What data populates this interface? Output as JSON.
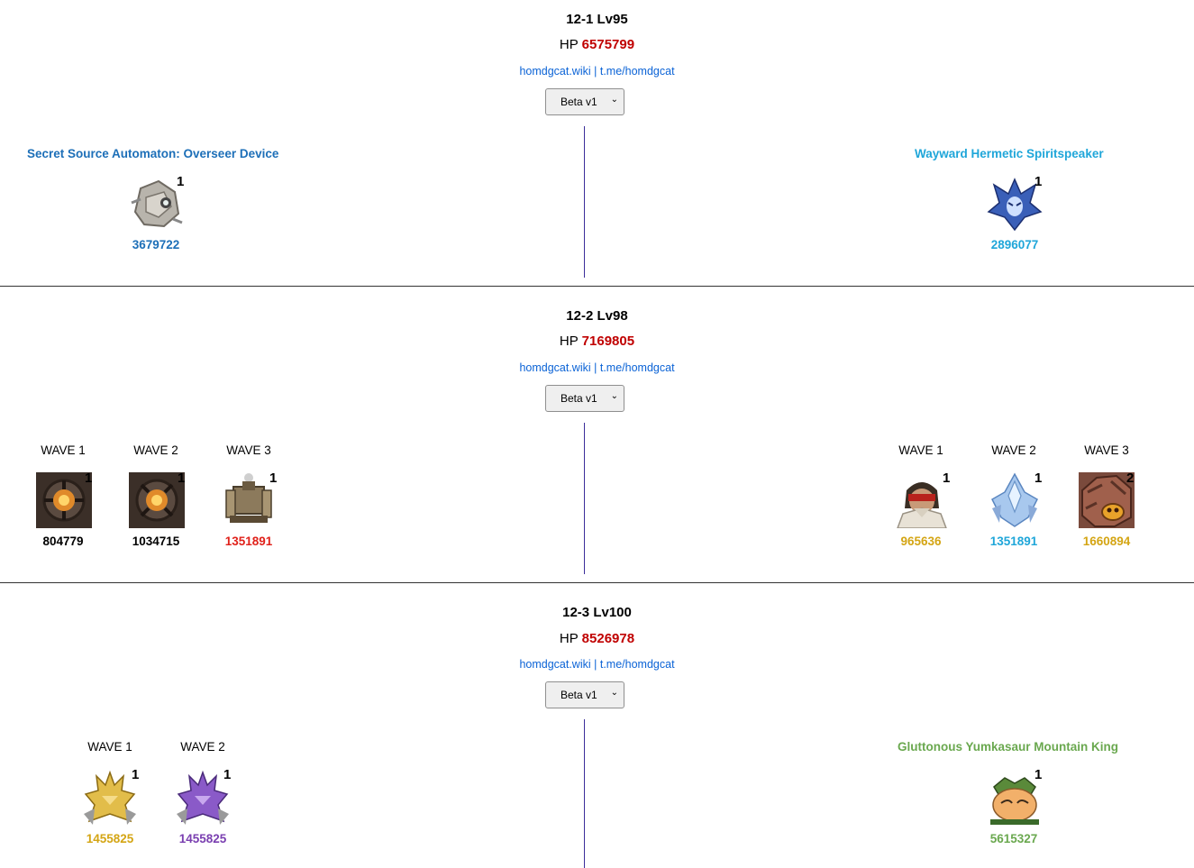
{
  "chambers": [
    {
      "title": "12-1 Lv95",
      "hp_label": "HP",
      "hp": "6575799",
      "link1": "homdgcat.wiki",
      "link_sep": "|",
      "link2": "t.me/homdgcat",
      "version": "Beta v1",
      "left": {
        "name": "Secret Source Automaton: Overseer Device",
        "name_color": "#1d6fb8",
        "enemies": [
          {
            "icon": "overseer-device-icon",
            "count": "1",
            "hp": "3679722",
            "hp_color": "#1d6fb8"
          }
        ]
      },
      "right": {
        "name": "Wayward Hermetic Spiritspeaker",
        "name_color": "#1fa6d9",
        "enemies": [
          {
            "icon": "spiritspeaker-icon",
            "count": "1",
            "hp": "2896077",
            "hp_color": "#1fa6d9"
          }
        ]
      }
    },
    {
      "title": "12-2 Lv98",
      "hp_label": "HP",
      "hp": "7169805",
      "link1": "homdgcat.wiki",
      "link_sep": "|",
      "link2": "t.me/homdgcat",
      "version": "Beta v1",
      "left": {
        "waves": [
          {
            "label": "WAVE 1",
            "icon": "dark-orb-icon",
            "count": "1",
            "hp": "804779",
            "hp_color": "#000000"
          },
          {
            "label": "WAVE 2",
            "icon": "dark-orb-icon",
            "count": "1",
            "hp": "1034715",
            "hp_color": "#000000"
          },
          {
            "label": "WAVE 3",
            "icon": "automaton-cannon-icon",
            "count": "1",
            "hp": "1351891",
            "hp_color": "#e0211a"
          }
        ]
      },
      "right": {
        "waves": [
          {
            "label": "WAVE 1",
            "icon": "masked-warrior-icon",
            "count": "1",
            "hp": "965636",
            "hp_color": "#d4a514"
          },
          {
            "label": "WAVE 2",
            "icon": "ice-spirit-icon",
            "count": "1",
            "hp": "1351891",
            "hp_color": "#1fa6d9"
          },
          {
            "label": "WAVE 3",
            "icon": "rock-golem-icon",
            "count": "2",
            "hp": "1660894",
            "hp_color": "#d4a514"
          }
        ]
      }
    },
    {
      "title": "12-3 Lv100",
      "hp_label": "HP",
      "hp": "8526978",
      "link1": "homdgcat.wiki",
      "link_sep": "|",
      "link2": "t.me/homdgcat",
      "version": "Beta v1",
      "left": {
        "waves": [
          {
            "label": "WAVE 1",
            "icon": "golden-wolf-icon",
            "count": "1",
            "hp": "1455825",
            "hp_color": "#d4a514"
          },
          {
            "label": "WAVE 2",
            "icon": "purple-wolf-icon",
            "count": "1",
            "hp": "1455825",
            "hp_color": "#7a3fb0"
          }
        ]
      },
      "right": {
        "name": "Gluttonous Yumkasaur Mountain King",
        "name_color": "#6aa84f",
        "enemies": [
          {
            "icon": "yumkasaur-king-icon",
            "count": "1",
            "hp": "5615327",
            "hp_color": "#6aa84f"
          }
        ]
      }
    }
  ]
}
